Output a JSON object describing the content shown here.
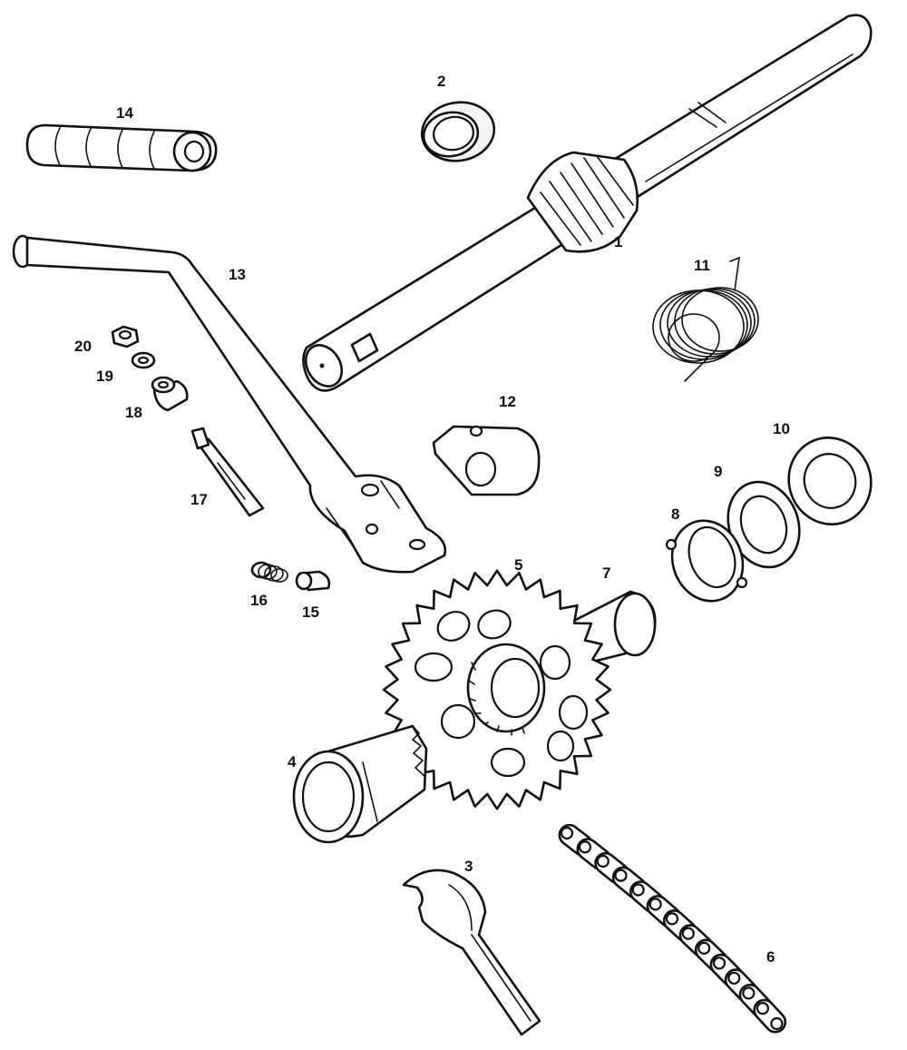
{
  "part_labels": {
    "p1": "1",
    "p2": "2",
    "p3": "3",
    "p4": "4",
    "p5": "5",
    "p6": "6",
    "p7": "7",
    "p8": "8",
    "p9": "9",
    "p10": "10",
    "p11": "11",
    "p12": "12",
    "p13": "13",
    "p14": "14",
    "p15": "15",
    "p16": "16",
    "p17": "17",
    "p18": "18",
    "p19": "19",
    "p20": "20"
  }
}
